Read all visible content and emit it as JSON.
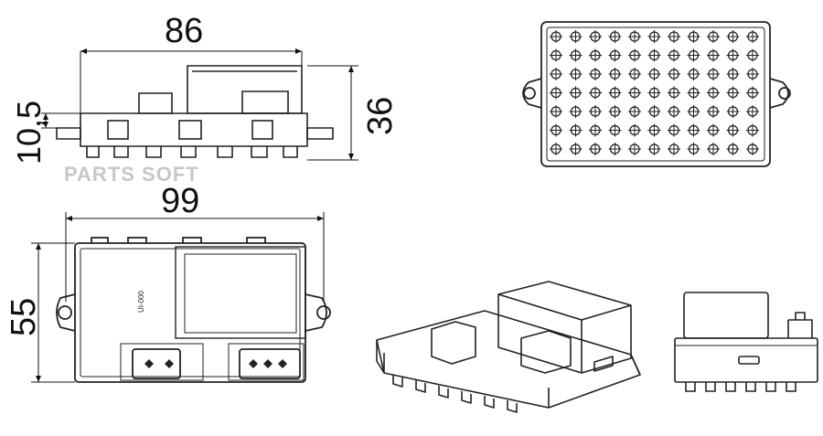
{
  "dimensions": {
    "top_width": "86",
    "top_height": "36",
    "pin_height": "10,5",
    "plan_width": "99",
    "plan_height": "55"
  },
  "watermark": "PARTS SOFT",
  "label": "UI-000"
}
